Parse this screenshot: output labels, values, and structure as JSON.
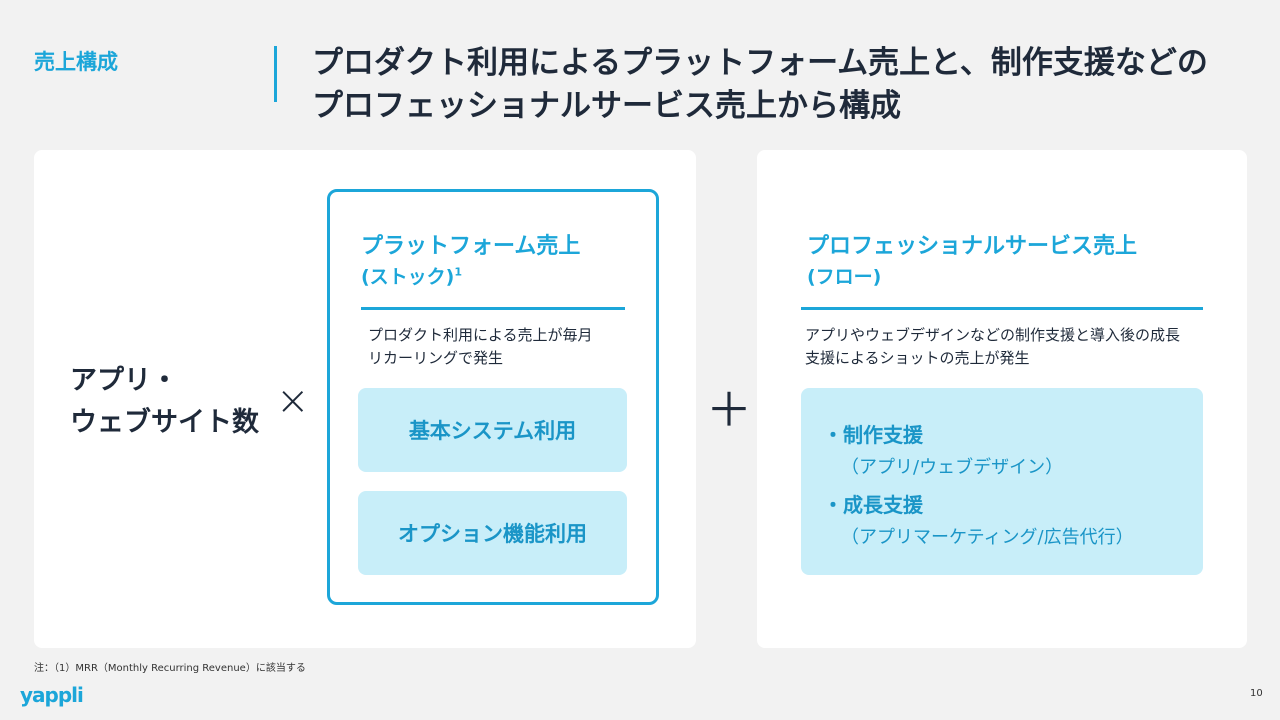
{
  "header": {
    "section": "売上構成",
    "title_line1": "プロダクト利用によるプラットフォーム売上と、制作支援などの",
    "title_line2": "プロフェッショナルサービス売上から構成"
  },
  "left": {
    "label_line1": "アプリ・",
    "label_line2": "ウェブサイト数",
    "times": "×",
    "plus": "＋"
  },
  "platform": {
    "title": "プラットフォーム売上",
    "subtitle": "(ストック)",
    "sup": "1",
    "desc_line1": "プロダクト利用による売上が毎月",
    "desc_line2": "リカーリングで発生",
    "items": [
      "基本システム利用",
      "オプション機能利用"
    ]
  },
  "services": {
    "title": "プロフェッショナルサービス売上",
    "subtitle": "(フロー)",
    "desc_line1": "アプリやウェブデザインなどの制作支援と導入後の成長",
    "desc_line2": "支援によるショットの売上が発生",
    "items": [
      {
        "label": "・制作支援",
        "detail": "（アプリ/ウェブデザイン）"
      },
      {
        "label": "・成長支援",
        "detail": "（アプリマーケティング/広告代行）"
      }
    ]
  },
  "footer": {
    "note": "注：（1）MRR（Monthly Recurring Revenue）に該当する",
    "logo": "yappli",
    "page": "10"
  },
  "colors": {
    "accent": "#1ca6d9",
    "light": "#c8eef9",
    "text": "#1f2a3a"
  }
}
